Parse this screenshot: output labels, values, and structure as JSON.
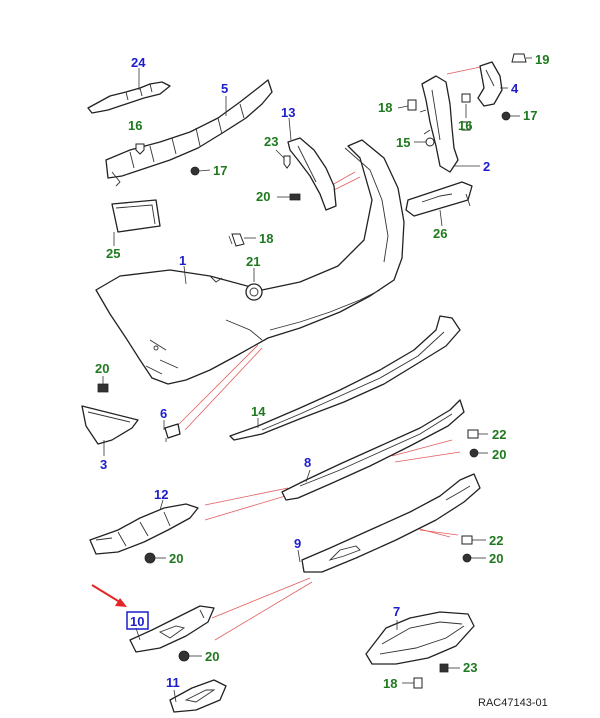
{
  "diagram": {
    "reference_code": "RAC47143-01",
    "highlighted_part": "10",
    "colors": {
      "main_part_label": "#1d1dcc",
      "fastener_label": "#1f7a1f",
      "leader_red": "#e35b5b",
      "pointer_arrow": "#e32626",
      "highlight_box": "#1d1dcc"
    },
    "labels": {
      "p1": "1",
      "p2": "2",
      "p3": "3",
      "p4": "4",
      "p5": "5",
      "p6": "6",
      "p7": "7",
      "p8": "8",
      "p9": "9",
      "p10": "10",
      "p11": "11",
      "p12": "12",
      "p13": "13",
      "p14": "14",
      "p15": "15",
      "p16a": "16",
      "p16b": "16",
      "p17a": "17",
      "p17b": "17",
      "p18a": "18",
      "p18b": "18",
      "p18c": "18",
      "p19": "19",
      "p20a": "20",
      "p20b": "20",
      "p20c": "20",
      "p20d": "20",
      "p20e": "20",
      "p20f": "20",
      "p21": "21",
      "p22a": "22",
      "p22b": "22",
      "p23a": "23",
      "p23b": "23",
      "p24": "24",
      "p25": "25",
      "p26": "26"
    }
  }
}
